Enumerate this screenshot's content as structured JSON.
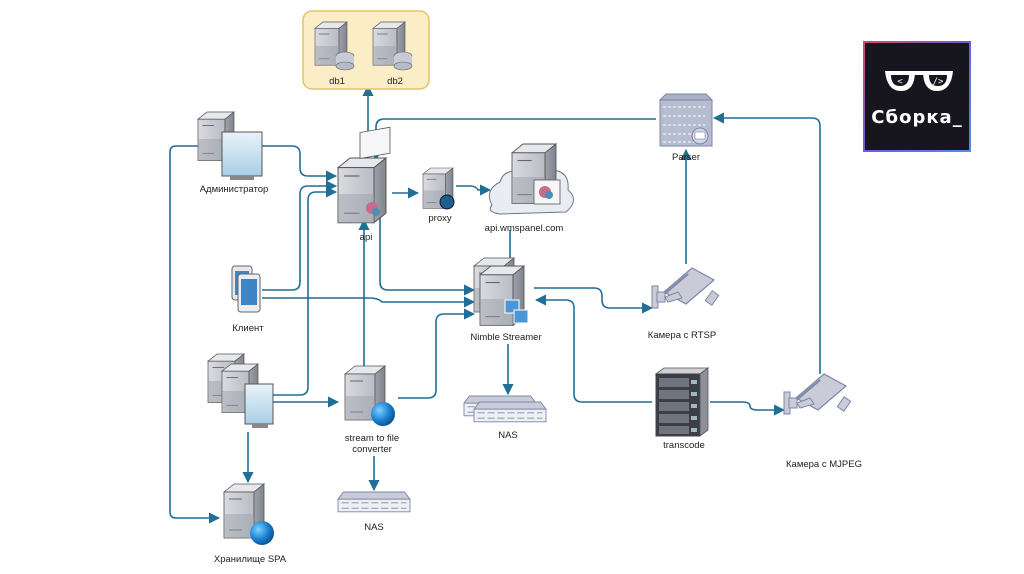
{
  "diagram": {
    "title": "",
    "connection_color": "#1f6f96",
    "db_group_color": "#fbeec6",
    "db_group_border": "#e2c46a",
    "nodes": {
      "db1": {
        "label": "db1",
        "icon": "database-server"
      },
      "db2": {
        "label": "db2",
        "icon": "database-server"
      },
      "admin": {
        "label": "Администратор",
        "icon": "workstation"
      },
      "api": {
        "label": "api",
        "icon": "application-server"
      },
      "proxy": {
        "label": "proxy",
        "icon": "proxy-server"
      },
      "wmspanel": {
        "label": "api.wmspanel.com",
        "icon": "cloud-server"
      },
      "parser": {
        "label": "Parser",
        "icon": "mail-server-rack"
      },
      "client": {
        "label": "Клиент",
        "icon": "mobile-devices"
      },
      "nimble": {
        "label": "Nimble Streamer",
        "icon": "streaming-server"
      },
      "camera_rtsp": {
        "label": "Камера с RTSP",
        "icon": "cctv-camera"
      },
      "workstations": {
        "label": "",
        "icon": "workstation-group"
      },
      "converter": {
        "label_line1": "stream to file",
        "label_line2": "converter",
        "icon": "web-server"
      },
      "nas1": {
        "label": "NAS",
        "icon": "nas-storage"
      },
      "transcode": {
        "label": "transcode",
        "icon": "server-rack"
      },
      "camera_mjpeg": {
        "label": "Камера с MJPEG",
        "icon": "cctv-camera"
      },
      "spa": {
        "label": "Хранилище SPA",
        "icon": "web-server"
      },
      "nas2": {
        "label": "NAS",
        "icon": "nas-storage"
      }
    },
    "edges": [
      {
        "from": "api",
        "to": "db_group"
      },
      {
        "from": "admin",
        "to": "api"
      },
      {
        "from": "admin",
        "to": "spa"
      },
      {
        "from": "client",
        "to": "api"
      },
      {
        "from": "client",
        "to": "nimble"
      },
      {
        "from": "workstations",
        "to": "api"
      },
      {
        "from": "workstations",
        "to": "converter"
      },
      {
        "from": "workstations",
        "to": "spa"
      },
      {
        "from": "converter",
        "to": "api"
      },
      {
        "from": "converter",
        "to": "nimble"
      },
      {
        "from": "converter",
        "to": "nas2"
      },
      {
        "from": "api",
        "to": "proxy"
      },
      {
        "from": "proxy",
        "to": "wmspanel"
      },
      {
        "from": "api",
        "to": "nimble"
      },
      {
        "from": "nimble",
        "to": "wmspanel"
      },
      {
        "from": "nimble",
        "to": "camera_rtsp"
      },
      {
        "from": "nimble",
        "to": "nas1"
      },
      {
        "from": "transcode",
        "to": "nimble"
      },
      {
        "from": "transcode",
        "to": "camera_mjpeg"
      },
      {
        "from": "camera_rtsp",
        "to": "parser"
      },
      {
        "from": "camera_mjpeg",
        "to": "parser"
      },
      {
        "from": "parser",
        "to": "api"
      }
    ]
  },
  "logo": {
    "text": "Сборка_",
    "icon": "glasses-code-icon",
    "left_lens": "<",
    "right_lens": "/>"
  }
}
